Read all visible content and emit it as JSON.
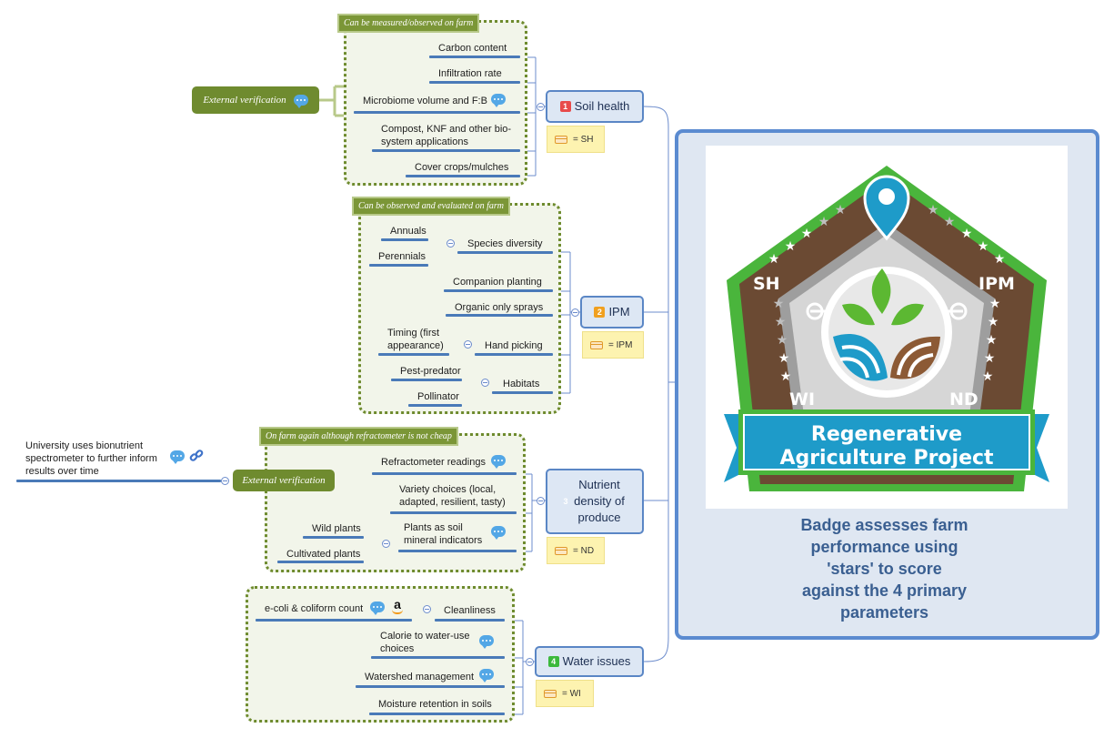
{
  "topics": {
    "soil": {
      "num": "1",
      "title": "Soil health",
      "note": "= SH",
      "color": "#e84b4b"
    },
    "ipm": {
      "num": "2",
      "title": "IPM",
      "note": "= IPM",
      "color": "#f0a020"
    },
    "nutrient": {
      "num": "3",
      "title": "Nutrient density of produce",
      "note": "= ND",
      "color": "#4a8be0"
    },
    "water": {
      "num": "4",
      "title": "Water issues",
      "note": "= WI",
      "color": "#3cb93c"
    }
  },
  "boundaries": {
    "soil": "Can be measured/observed on farm",
    "ipm": "Can be observed and evaluated on farm",
    "nutrient": "On farm again although refractometer is not cheap"
  },
  "soil_items": [
    "Carbon content",
    "Infiltration rate",
    "Microbiome volume and F:B",
    "Compost, KNF and other bio-system applications",
    "Cover crops/mulches"
  ],
  "ipm_items": {
    "species": "Species diversity",
    "annuals": "Annuals",
    "perennials": "Perennials",
    "companion": "Companion planting",
    "organic": "Organic only sprays",
    "hand": "Hand picking",
    "timing": "Timing (first appearance)",
    "habitats": "Habitats",
    "pest": "Pest-predator",
    "pollinator": "Pollinator"
  },
  "nutrient_items": {
    "refract": "Refractometer readings",
    "variety": "Variety choices (local, adapted, resilient, tasty)",
    "plants": "Plants as soil mineral indicators",
    "wild": "Wild plants",
    "cultivated": "Cultivated plants"
  },
  "water_items": {
    "clean": "Cleanliness",
    "ecoli": "e-coli & coliform count",
    "calorie": "Calorie to water-use choices",
    "watershed": "Watershed management",
    "moisture": "Moisture retention in soils"
  },
  "external": {
    "soil_label": "External verification",
    "nutrient_label": "External verification",
    "university": "University uses bionutrient spectrometer to further inform results over time"
  },
  "badge": {
    "sh": "SH",
    "ipm": "IPM",
    "wi": "WI",
    "nd": "ND",
    "banner_line1": "Regenerative",
    "banner_line2": "Agriculture Project",
    "colors": {
      "brown": "#6b4a33",
      "green": "#49b83a",
      "blue": "#1e9bc9"
    }
  },
  "caption": [
    "Badge assesses farm",
    "performance using",
    "'stars' to score",
    "against the 4 primary",
    "parameters"
  ]
}
